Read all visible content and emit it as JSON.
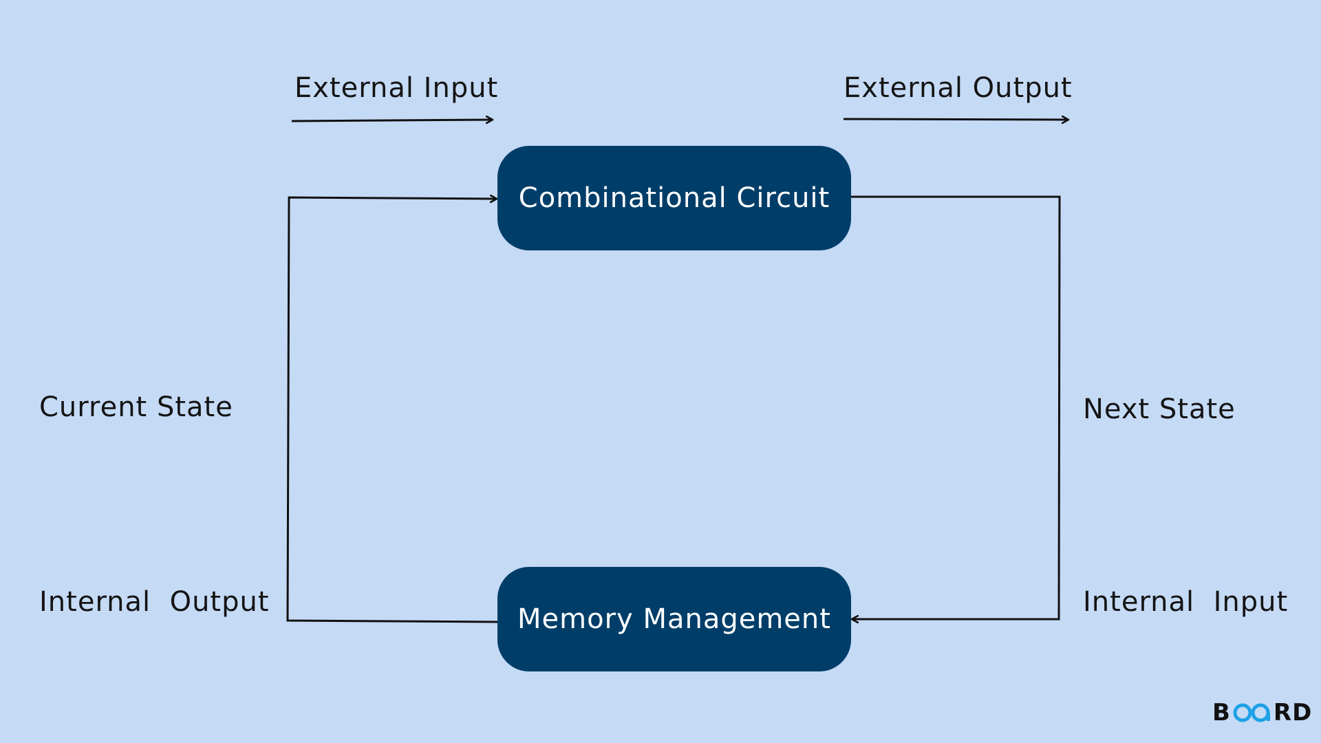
{
  "labels": {
    "external_input": "External Input",
    "external_output": "External Output",
    "current_state": "Current State",
    "next_state": "Next State",
    "internal_output": "Internal  Output",
    "internal_input": "Internal  Input"
  },
  "nodes": {
    "combinational": "Combinational Circuit",
    "memory": "Memory Management"
  },
  "logo": {
    "prefix": "B",
    "suffix": "RD",
    "accent_color": "#1da1e6"
  },
  "colors": {
    "background": "#c5daf5",
    "node_fill": "#003e69",
    "node_text": "#ffffff",
    "line": "#111111"
  }
}
